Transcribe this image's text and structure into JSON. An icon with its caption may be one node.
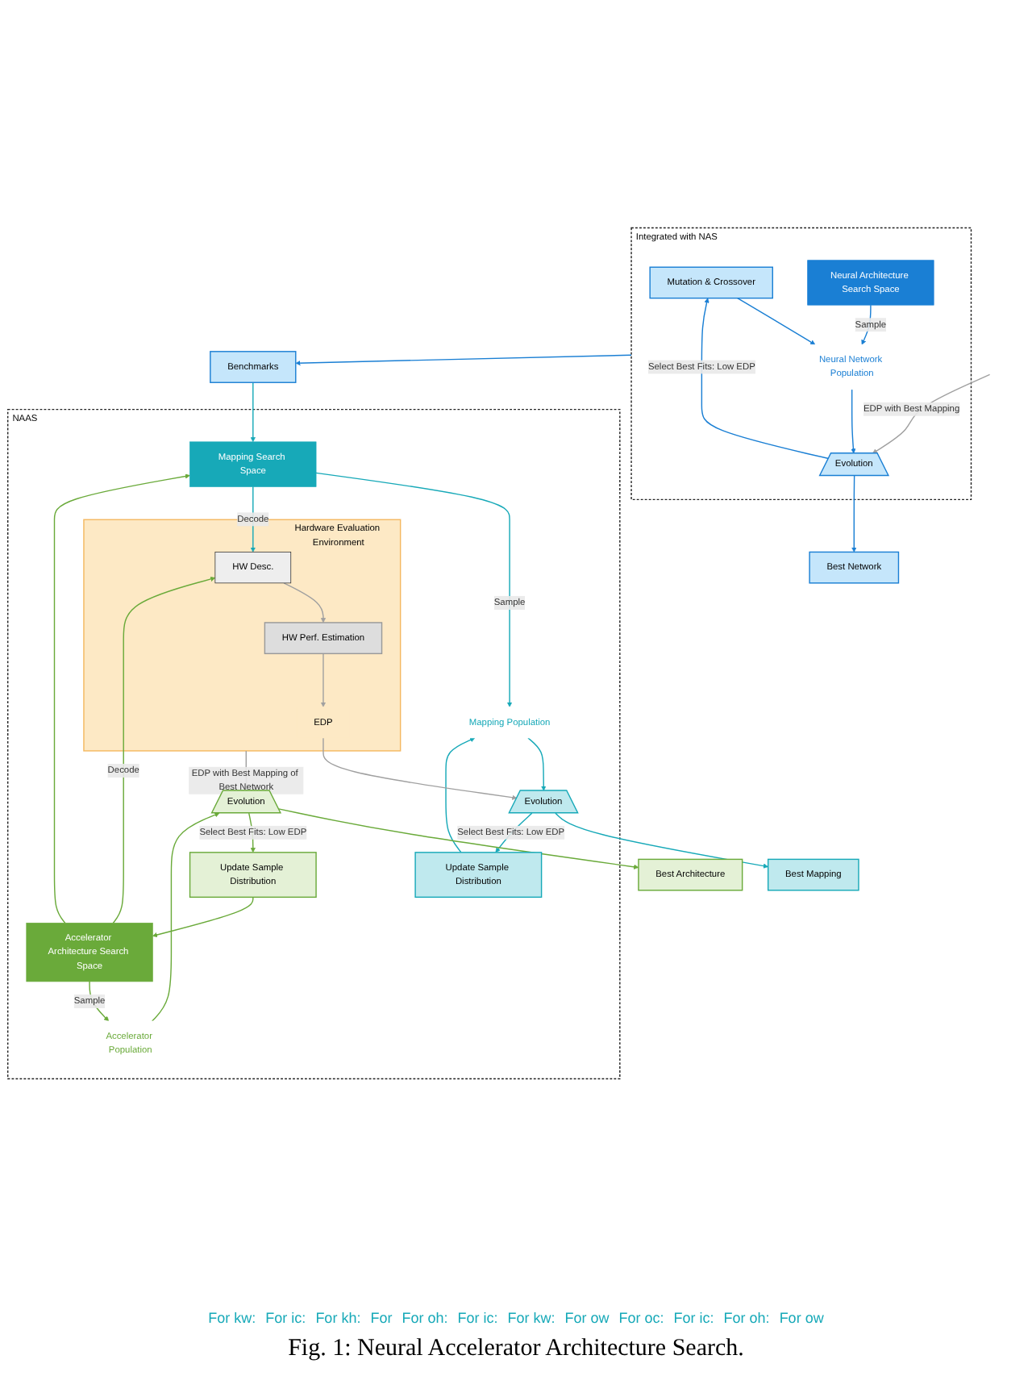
{
  "diagram": {
    "caption": "Fig. 1: Neural Accelerator Architecture Search.",
    "nodes": [
      {
        "text": [
          "Integrated with NAS"
        ]
      },
      {
        "text": [
          "Mutation & Crossover"
        ],
        "in": 0
      },
      {
        "text": [
          "Neural Architecture Search Space"
        ],
        "in": 0
      },
      {
        "text": [
          "Neural Network Population"
        ],
        "in": 0
      },
      {
        "text": [
          "Evolution"
        ],
        "in": 0
      },
      {
        "text": [
          "Best Network"
        ]
      },
      {
        "text": [
          "Benchmarks"
        ]
      },
      {
        "text": [
          "NAAS"
        ]
      },
      {
        "text": [
          "Update Sample Distribution"
        ],
        "in": 7
      },
      {
        "text": [
          "Mapping Search Space"
        ],
        "in": 7
      },
      {
        "text": [
          "Mapping Population"
        ],
        "in": 7
      },
      {
        "text": [
          "Evolution"
        ],
        "in": 7
      },
      {
        "text": [
          "Best Mapping"
        ]
      },
      {
        "text": [
          "Hardware Evaluation Environment"
        ],
        "in": 7
      },
      {
        "text": [
          "HW Desc."
        ],
        "in": 13
      },
      {
        "text": [
          "HW Perf. Estimation"
        ],
        "in": 13
      },
      {
        "text": [
          "EDP"
        ],
        "in": 13
      },
      {
        "text": [
          "Accelerator Population"
        ],
        "in": 7
      },
      {
        "text": [
          "Evolution"
        ],
        "in": 7
      },
      {
        "text": [
          "Best Architecture"
        ]
      },
      {
        "text": [
          "Accelerator Architecture Search Space"
        ],
        "in": 7
      },
      {
        "text": [
          "Update Sample Distribution"
        ],
        "in": 7
      }
    ],
    "edges": [
      {
        "from": 2,
        "to": 3,
        "arrow": "to",
        "label": "Sample",
        "color": "#1a7fd4"
      },
      {
        "from": 3,
        "to": 4,
        "arrow": "to",
        "color": "#1a7fd4"
      },
      {
        "from": 4,
        "to": 5,
        "arrow": "to",
        "color": "#1a7fd4"
      },
      {
        "from": 4,
        "to": 1,
        "arrow": "to",
        "label": "Select Best Fits: Low EDP",
        "color": "#1a7fd4"
      },
      {
        "from": 1,
        "to": 3,
        "arrow": "to",
        "color": "#1a7fd4"
      },
      {
        "from": null,
        "to": 4,
        "arrow": "to",
        "label": "EDP with Best Mapping",
        "color": "#a0a0a0"
      },
      {
        "from": 0,
        "to": 6,
        "arrow": "to",
        "color": "#1a7fd4"
      },
      {
        "from": 6,
        "to": 9,
        "arrow": "to"
      },
      {
        "from": 9,
        "to": 10,
        "arrow": "to",
        "label": "Sample"
      },
      {
        "from": 10,
        "to": 11,
        "arrow": "to"
      },
      {
        "from": 11,
        "to": 12,
        "arrow": "to"
      },
      {
        "from": 11,
        "to": 8,
        "arrow": "to",
        "label": "Select Best Fits: Low EDP"
      },
      {
        "from": 8,
        "to": 10,
        "arrow": "to"
      },
      {
        "from": 9,
        "to": 14,
        "arrow": "to",
        "label": "Decode"
      },
      {
        "from": 20,
        "to": 14,
        "arrow": "to",
        "label": "Decode",
        "color": "#6aaa3a"
      },
      {
        "from": 20,
        "to": 9,
        "arrow": "to",
        "color": "#6aaa3a"
      },
      {
        "from": 14,
        "to": 15,
        "arrow": "to",
        "color": "#a0a0a0"
      },
      {
        "from": 15,
        "to": 16,
        "arrow": "to",
        "color": "#a0a0a0"
      },
      {
        "from": 16,
        "to": 11,
        "arrow": "to",
        "color": "#a0a0a0"
      },
      {
        "from": 13,
        "to": 18,
        "arrow": "to",
        "label": "EDP with Best Mapping of Best Network",
        "color": "#a0a0a0"
      },
      {
        "from": 20,
        "to": 17,
        "arrow": "to",
        "label": "Sample",
        "color": "#6aaa3a"
      },
      {
        "from": 17,
        "to": 18,
        "arrow": "to",
        "color": "#6aaa3a"
      },
      {
        "from": 18,
        "to": 19,
        "arrow": "to",
        "color": "#6aaa3a"
      },
      {
        "from": 18,
        "to": 21,
        "arrow": "to",
        "label": "Select Best Fits: Low EDP",
        "color": "#6aaa3a"
      },
      {
        "from": 21,
        "to": 20,
        "arrow": "to",
        "color": "#6aaa3a"
      }
    ],
    "labels": [
      "For kw:",
      "For ic:",
      "For kh:",
      "For",
      "For oh:",
      "For ic:",
      "For kw:",
      "For ow",
      "For oc:",
      "For ic:",
      "For oh:",
      "For ow"
    ]
  }
}
